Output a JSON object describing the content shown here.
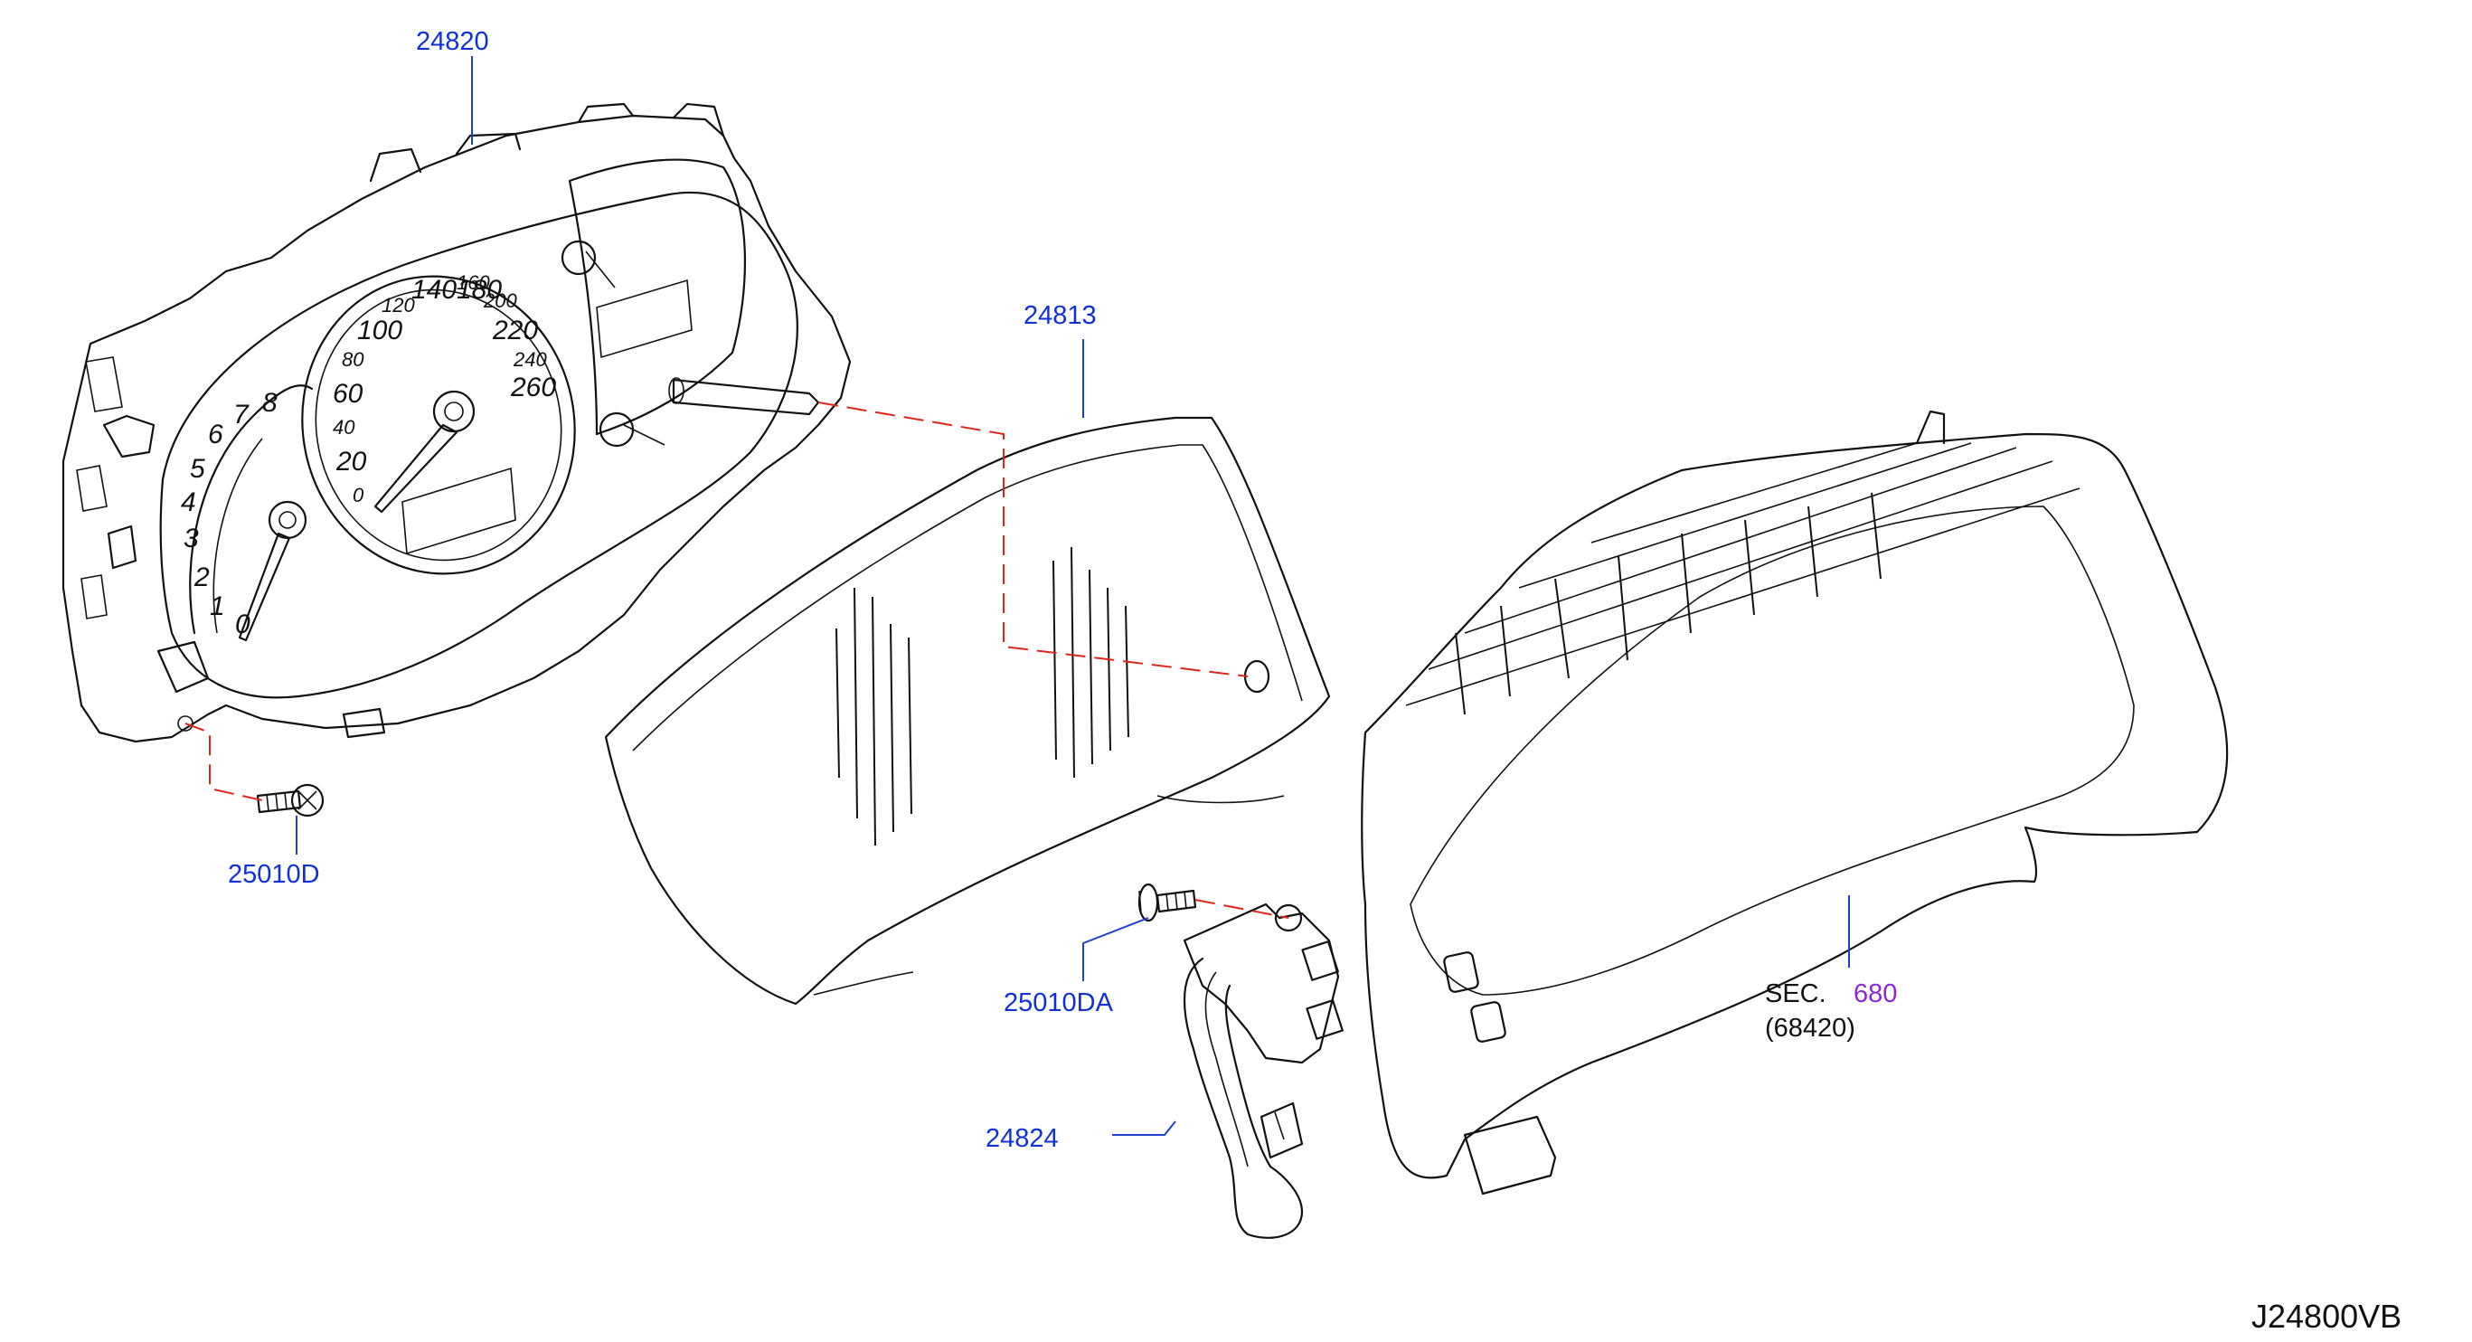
{
  "diagram": {
    "code": "J24800VB",
    "callouts": {
      "meter_assembly": "24820",
      "lens_glass": "24813",
      "screw_left": "25010D",
      "screw_bracket": "25010DA",
      "harness": "24824",
      "sec_prefix": "SEC.",
      "sec_number": "680",
      "sec_sub": "(68420)"
    },
    "speedometer_numbers": [
      "0",
      "20",
      "40",
      "60",
      "80",
      "100",
      "120",
      "140",
      "160",
      "180",
      "200",
      "220",
      "240",
      "260"
    ],
    "tachometer_numbers": [
      "0",
      "1",
      "2",
      "3",
      "4",
      "5",
      "6",
      "7",
      "8"
    ],
    "colors": {
      "line": "#111111",
      "callout_text": "#1230d8",
      "leader": "#1f3fd0",
      "section_ref": "#8a28d8",
      "dashed_guide": "#e0261c"
    }
  }
}
